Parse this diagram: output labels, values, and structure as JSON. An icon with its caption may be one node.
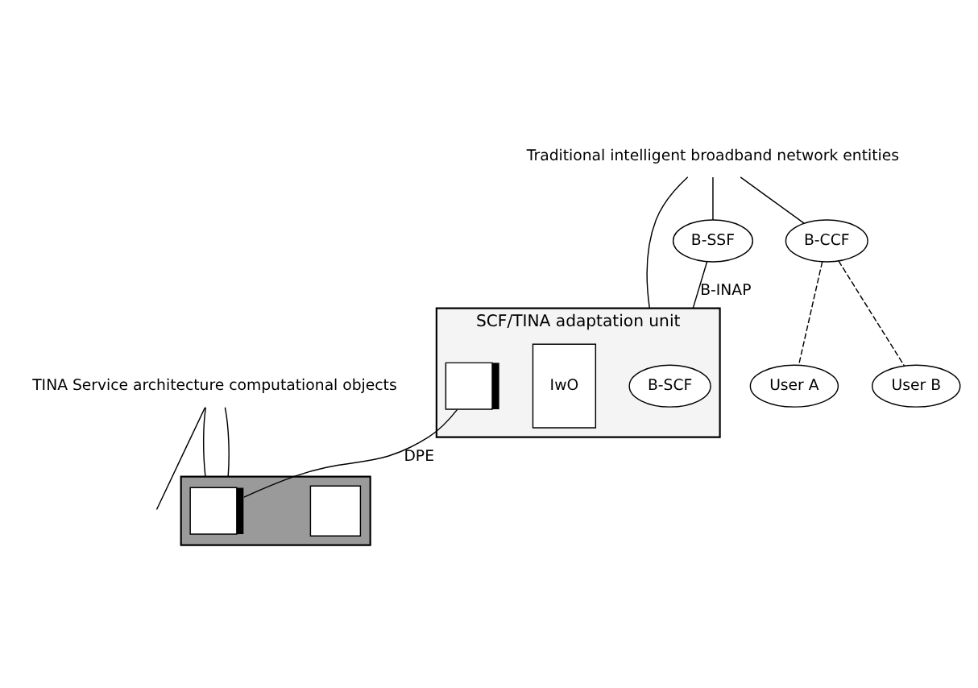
{
  "diagram": {
    "nodes": [
      {
        "text": [
          "SCF/TINA adaptation unit"
        ]
      },
      {
        "text": [
          "B-SCF"
        ],
        "in": 0
      },
      {
        "text": [
          "IwO"
        ],
        "in": 0
      },
      {
        "text": [],
        "shape": "box",
        "in": 0
      },
      {
        "text": [],
        "shape": "box"
      },
      {
        "text": [],
        "shape": "box",
        "in": 4
      },
      {
        "text": [],
        "shape": "box",
        "in": 4
      },
      {
        "text": [
          "B-SSF"
        ]
      },
      {
        "text": [
          "B-CCF"
        ]
      },
      {
        "text": [
          "User A"
        ]
      },
      {
        "text": [
          "User B"
        ]
      },
      {
        "text": [
          "TINA Service architecture computational objects"
        ]
      },
      {
        "text": [
          "Traditional intelligent broadband network entities"
        ]
      }
    ],
    "edges": [
      {
        "from": 3,
        "to": 5,
        "arrow": "none",
        "label": "DPE"
      },
      {
        "from": 7,
        "to": 0,
        "arrow": "none",
        "label": "B-INAP"
      },
      {
        "from": 8,
        "to": 9,
        "arrow": "none",
        "style": "dashed"
      },
      {
        "from": 8,
        "to": 10,
        "arrow": "none",
        "style": "dashed"
      },
      {
        "from": 11,
        "to": null,
        "arrow": "none"
      },
      {
        "from": 11,
        "to": 4,
        "arrow": "none"
      },
      {
        "from": 11,
        "to": 4,
        "arrow": "none"
      },
      {
        "from": 12,
        "to": 0,
        "arrow": "none"
      },
      {
        "from": 12,
        "to": 7,
        "arrow": "none"
      },
      {
        "from": 12,
        "to": 8,
        "arrow": "none"
      }
    ]
  }
}
